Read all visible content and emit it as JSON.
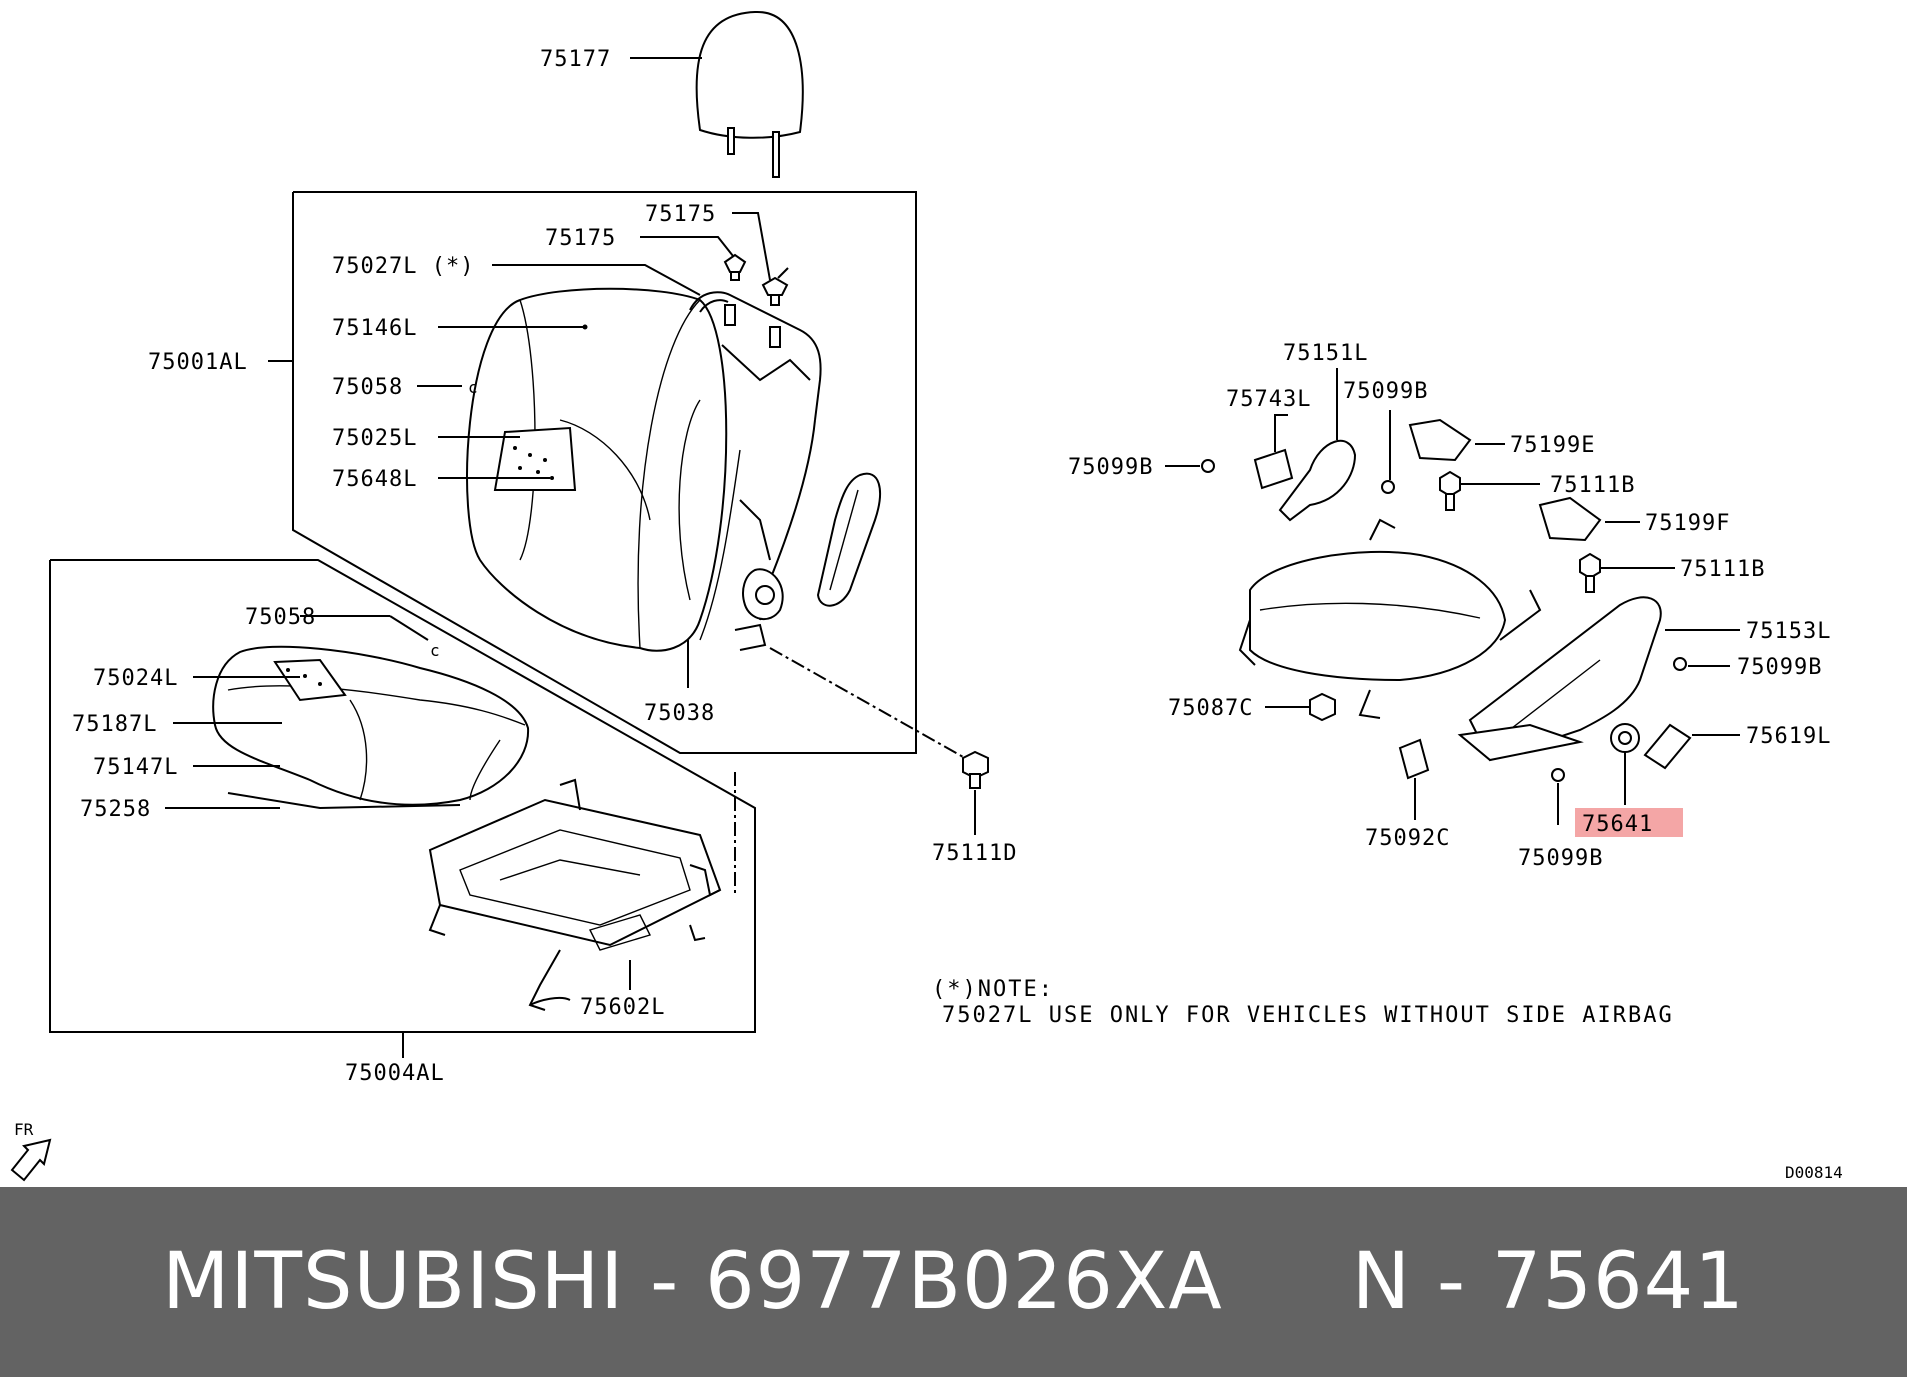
{
  "labels": {
    "l75177": "75177",
    "l75175a": "75175",
    "l75175b": "75175",
    "l75027L": "75027L (*)",
    "l75146L": "75146L",
    "l75001AL": "75001AL",
    "l75058a": "75058",
    "l75025L": "75025L",
    "l75648L": "75648L",
    "l75038": "75038",
    "l75058b": "75058",
    "l75024L": "75024L",
    "l75187L": "75187L",
    "l75147L": "75147L",
    "l75258": "75258",
    "l75602L": "75602L",
    "l75004AL": "75004AL",
    "l75111D": "75111D",
    "l75151L": "75151L",
    "l75743L": "75743L",
    "l75099Ba": "75099B",
    "l75099Bb": "75099B",
    "l75199E": "75199E",
    "l75111Ba": "75111B",
    "l75199F": "75199F",
    "l75111Bb": "75111B",
    "l75153L": "75153L",
    "l75099Bc": "75099B",
    "l75087C": "75087C",
    "l75619L": "75619L",
    "l75641": "75641",
    "l75092C": "75092C",
    "l75099Bd": "75099B"
  },
  "note": {
    "heading": "(*)NOTE:",
    "text": "75027L USE ONLY FOR VEHICLES WITHOUT SIDE AIRBAG"
  },
  "front_marker": "FR",
  "diagram_code": "D00814",
  "highlight_color": "#f4a6a6",
  "footer": {
    "text": "MITSUBISHI - 6977B026XA     N - 75641",
    "background": "#636363"
  }
}
